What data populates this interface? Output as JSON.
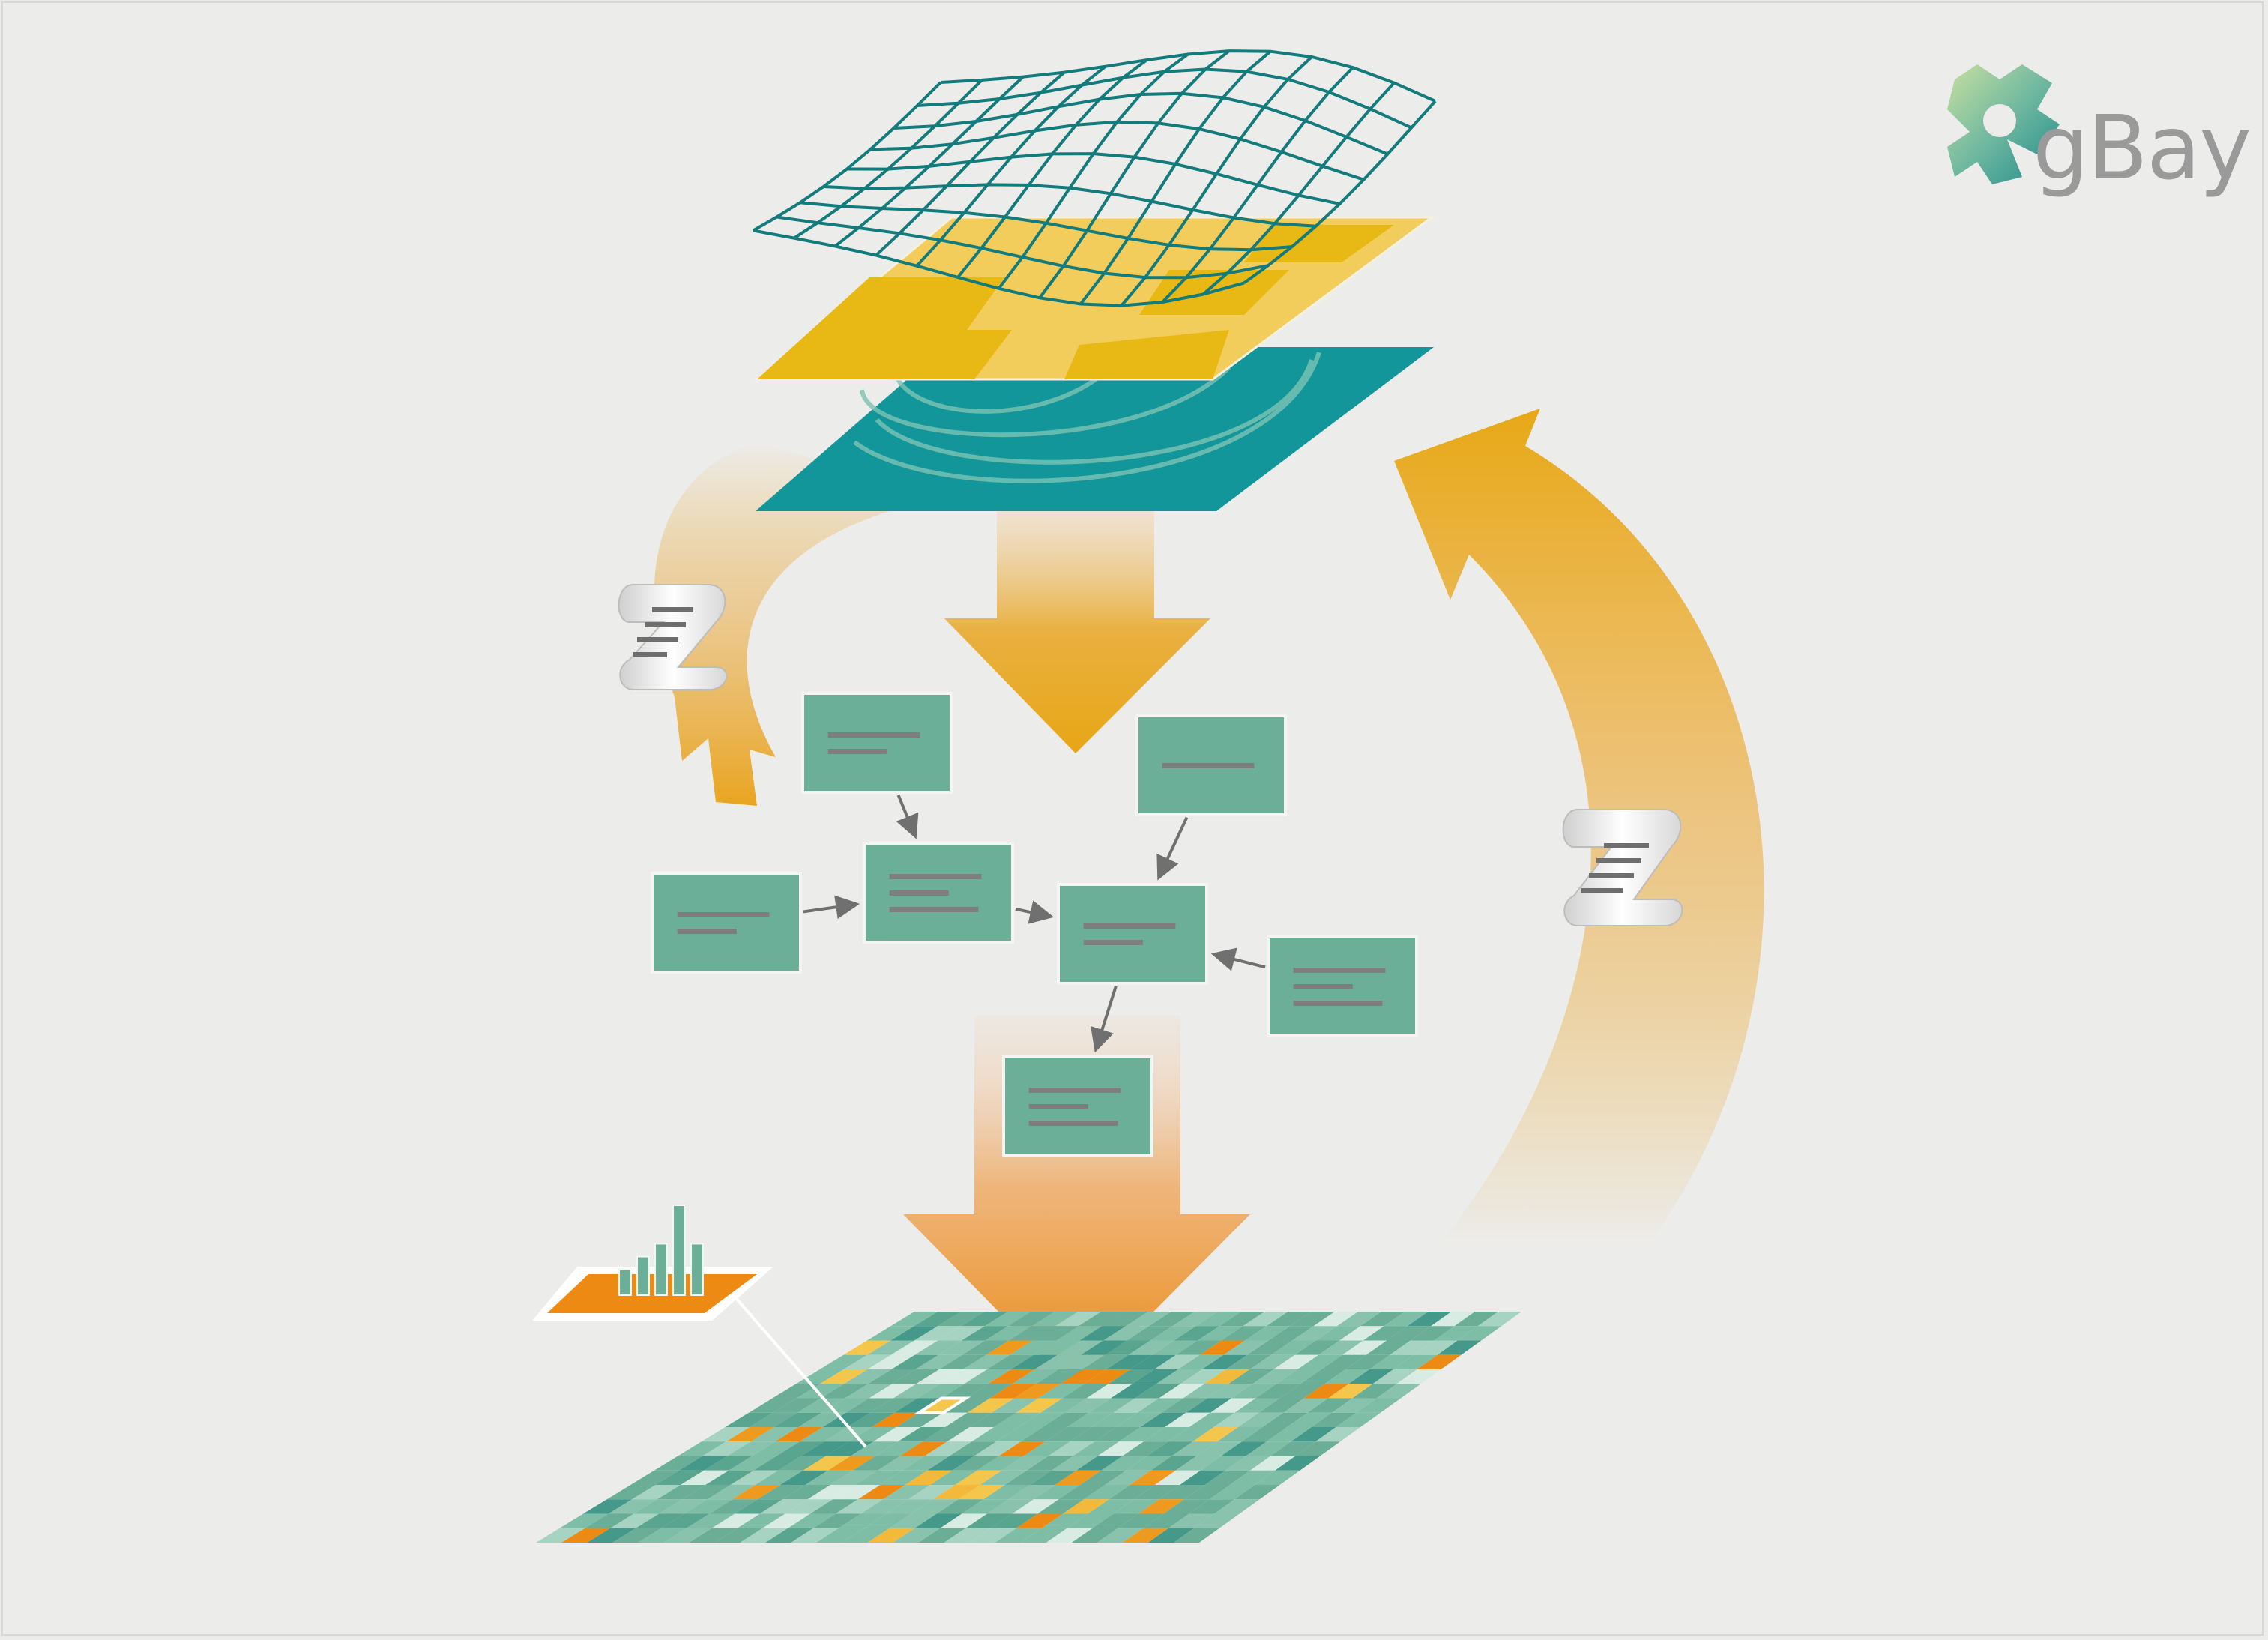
{
  "brand": {
    "wordmark": "gBay",
    "logo_icon": "gbay-puzzle-logo-icon"
  },
  "colors": {
    "background": "#ececea",
    "teal": "#13969a",
    "teal_mesh": "#137b7b",
    "yellow_light": "#f2cd5c",
    "yellow_dark": "#e8b914",
    "arrow_orange": "#e9a520",
    "node_fill": "#6baf98",
    "node_line": "#7e7e7e",
    "heat_orange": "#ec8a14"
  },
  "icons": {
    "script_scroll": "scroll-document-icon",
    "bar_chart": "bar-chart-icon"
  },
  "layers": [
    "mesh-grid-layer",
    "yellow-zone-layer",
    "teal-contour-layer",
    "result-heatmap-layer"
  ],
  "nodes": [
    {
      "id": "n1",
      "lines": 2
    },
    {
      "id": "n2",
      "lines": 1
    },
    {
      "id": "n3",
      "lines": 2
    },
    {
      "id": "n4",
      "lines": 3
    },
    {
      "id": "n5",
      "lines": 2
    },
    {
      "id": "n6",
      "lines": 3
    },
    {
      "id": "n7",
      "lines": 3
    }
  ],
  "edges": [
    {
      "from": "n1",
      "to": "n4"
    },
    {
      "from": "n3",
      "to": "n4"
    },
    {
      "from": "n4",
      "to": "n5"
    },
    {
      "from": "n2",
      "to": "n5"
    },
    {
      "from": "n6",
      "to": "n5"
    },
    {
      "from": "n5",
      "to": "n7"
    }
  ],
  "histogram": [
    2,
    3,
    4,
    7,
    4
  ]
}
